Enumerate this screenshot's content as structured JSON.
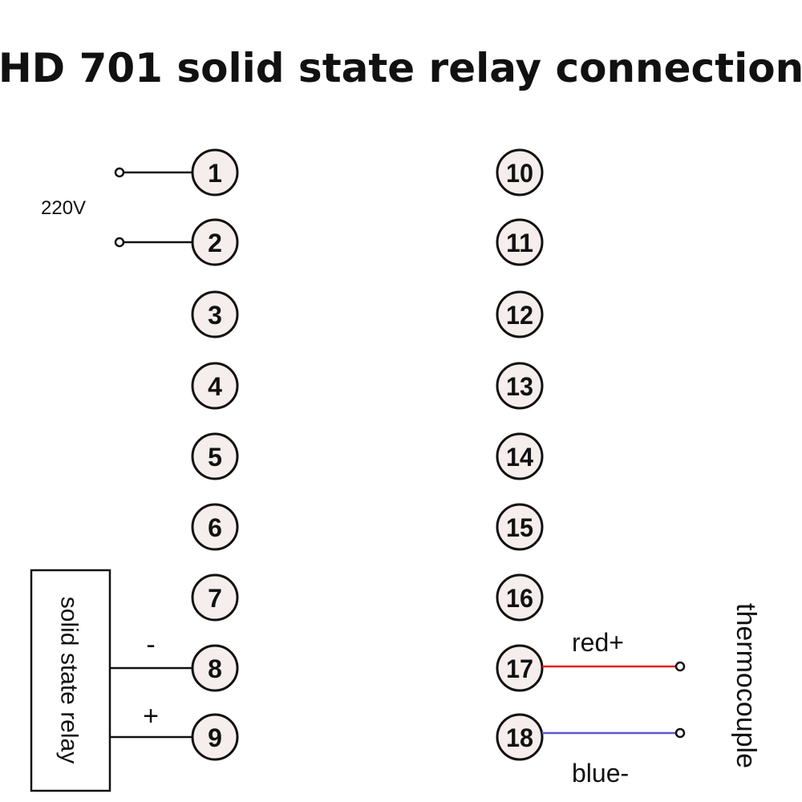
{
  "title": "HD 701 solid state relay connection",
  "terminals_left": [
    "1",
    "2",
    "3",
    "4",
    "5",
    "6",
    "7",
    "8",
    "9"
  ],
  "terminals_right": [
    "10",
    "11",
    "12",
    "13",
    "14",
    "15",
    "16",
    "17",
    "18"
  ],
  "power_label": "220V",
  "relay": {
    "label": "solid state relay",
    "minus": "-",
    "plus": "+"
  },
  "thermocouple": {
    "label": "thermocouple",
    "pos_label": "red+",
    "neg_label": "blue-"
  },
  "colors": {
    "red_wire": "#e8131b",
    "blue_wire": "#5b57d4"
  }
}
